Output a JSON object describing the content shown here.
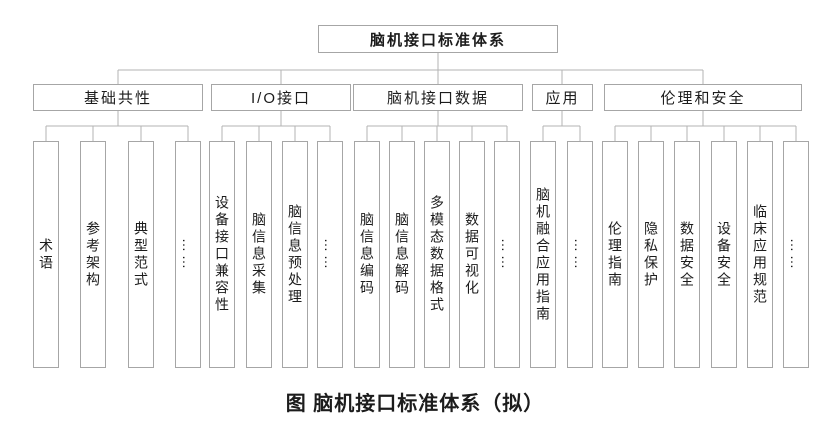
{
  "diagram": {
    "root_label": "脑机接口标准体系",
    "groups": [
      {
        "label": "基础共性",
        "children": [
          "术语",
          "参考架构",
          "典型范式",
          "……"
        ]
      },
      {
        "label": "I/O接口",
        "children": [
          "设备接口兼容性",
          "脑信息采集",
          "脑信息预处理",
          "……"
        ]
      },
      {
        "label": "脑机接口数据",
        "children": [
          "脑信息编码",
          "脑信息解码",
          "多模态数据格式",
          "数据可视化",
          "……"
        ]
      },
      {
        "label": "应用",
        "children": [
          "脑机融合应用指南",
          "……"
        ]
      },
      {
        "label": "伦理和安全",
        "children": [
          "伦理指南",
          "隐私保护",
          "数据安全",
          "设备安全",
          "临床应用规范",
          "……"
        ]
      }
    ],
    "caption": "图 脑机接口标准体系（拟）",
    "colors": {
      "box_border": "#a6a6a6",
      "connector": "#b3b3b3",
      "text": "#1c1c1c",
      "background": "#ffffff"
    }
  }
}
